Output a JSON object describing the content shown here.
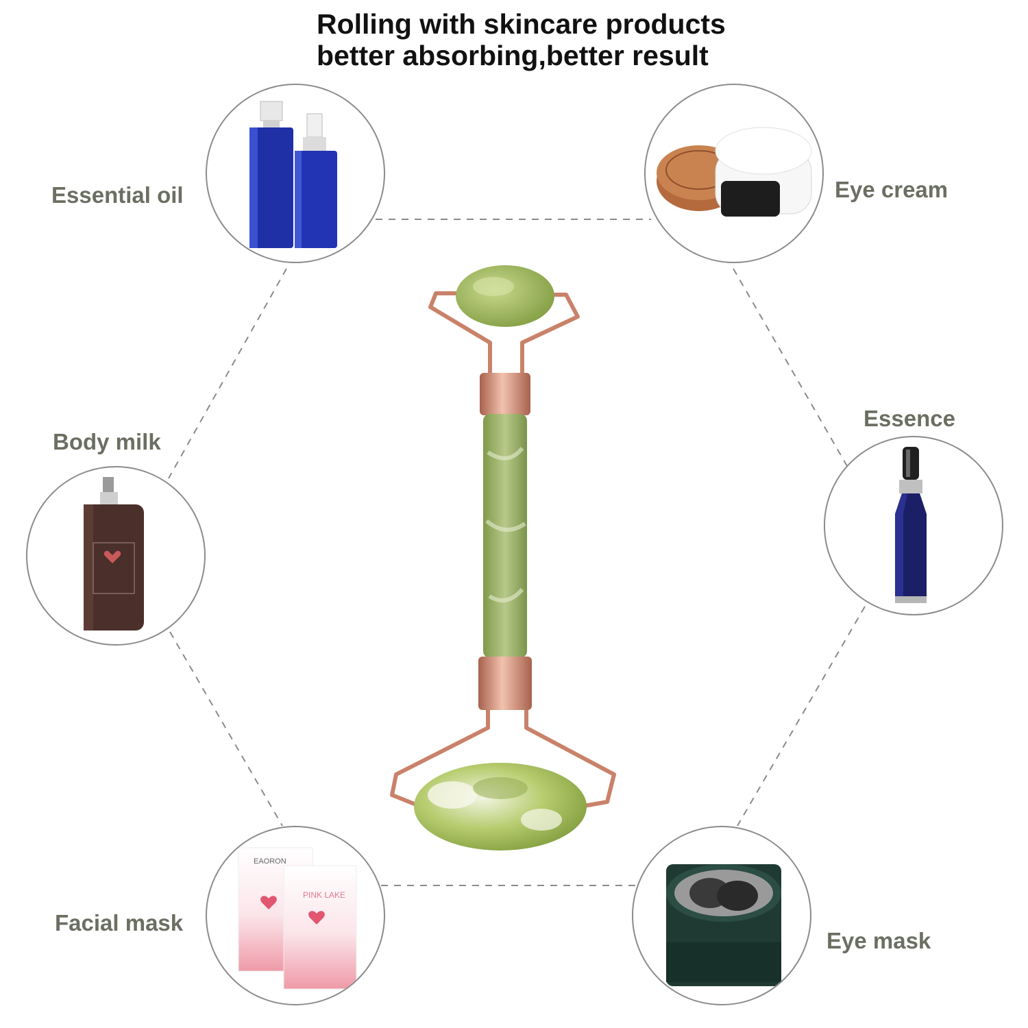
{
  "headline": {
    "line1": "Rolling with skincare products",
    "line2": "better absorbing,better result"
  },
  "products": {
    "essential_oil": "Essential oil",
    "eye_cream": "Eye cream",
    "body_milk": "Body milk",
    "essence": "Essence",
    "facial_mask": "Facial mask",
    "eye_mask": "Eye mask"
  },
  "brand": {
    "mask_brand": "EAORON",
    "mask_name": "PINK LAKE"
  },
  "colors": {
    "label": "#6b6f62",
    "jade": "#9cb35a",
    "rose_gold": "#c9826a",
    "bottle_blue": "#1f2fa6"
  }
}
